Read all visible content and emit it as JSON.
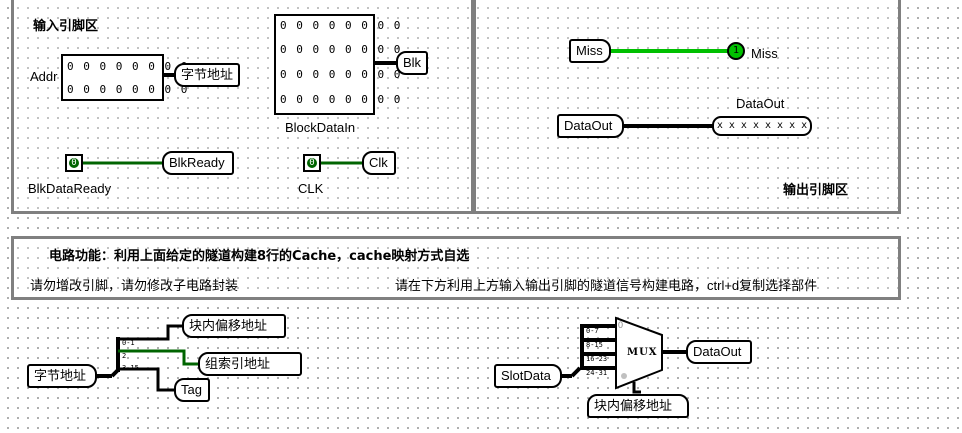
{
  "input_panel": {
    "title": "输入引脚区",
    "addr": {
      "label": "Addr",
      "rows": [
        "0 0 0 0 0 0 0 0",
        "0 0 0 0 0 0 0 0"
      ],
      "tunnel": "字节地址"
    },
    "block_data_in": {
      "label": "BlockDataIn",
      "rows": [
        "0 0 0 0 0 0 0 0",
        "0 0 0 0 0 0 0 0",
        "0 0 0 0 0 0 0 0",
        "0 0 0 0 0 0 0 0"
      ],
      "tunnel": "Blk"
    },
    "blk_data_ready": {
      "label": "BlkDataReady",
      "value": "0",
      "tunnel": "BlkReady"
    },
    "clk": {
      "label": "CLK",
      "value": "0",
      "tunnel": "Clk"
    }
  },
  "output_panel": {
    "title": "输出引脚区",
    "miss": {
      "tunnel": "Miss",
      "value": "1",
      "label": "Miss"
    },
    "data_out": {
      "tunnel": "DataOut",
      "label": "DataOut",
      "value": "x x x x x x x x"
    }
  },
  "info_panel": {
    "title": "电路功能：利用上面给定的隧道构建8行的Cache，cache映射方式自选",
    "note_left": "请勿增改引脚，请勿修改子电路封装",
    "note_right": "请在下方利用上方输入输出引脚的隧道信号构建电路，ctrl+d复制选择部件"
  },
  "splitter_circuit": {
    "input_tunnel": "字节地址",
    "bit_labels": [
      "0-1",
      "2",
      "3-15"
    ],
    "outputs": [
      "块内偏移地址",
      "组索引地址",
      "Tag"
    ]
  },
  "mux_circuit": {
    "input_tunnel": "SlotData",
    "bit_labels": [
      "0-7",
      "8-15",
      "16-23",
      "24-31"
    ],
    "mux_label": "MUX",
    "select_zero": "0",
    "output_tunnel": "DataOut",
    "select_tunnel": "块内偏移地址"
  },
  "colors": {
    "wire_on": "#00c000",
    "wire_dark": "#006400",
    "wire_bus": "#000000",
    "panel_border": "#808080"
  }
}
